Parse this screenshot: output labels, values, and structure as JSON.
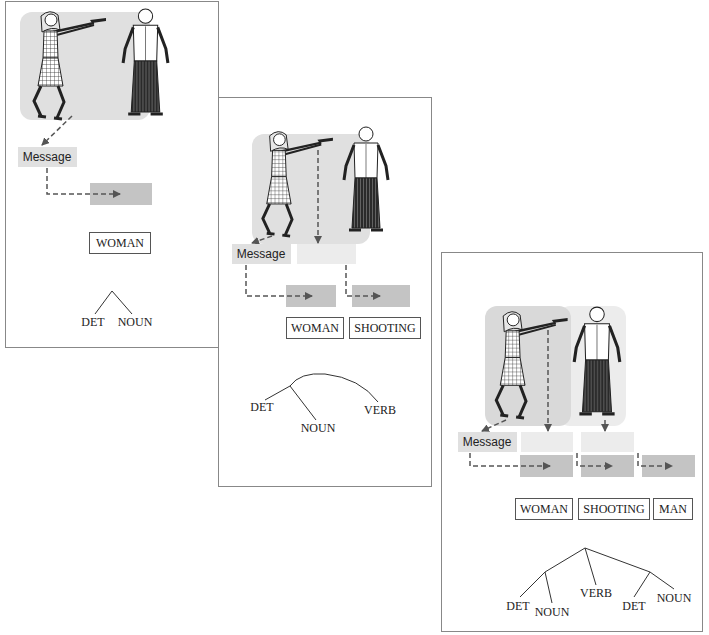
{
  "diagram": {
    "nodes": [
      {
        "text": [
          "Message"
        ]
      },
      {
        "text": [
          "WOMAN"
        ]
      },
      {
        "text": [
          "Message"
        ]
      },
      {
        "text": [
          "WOMAN"
        ]
      },
      {
        "text": [
          "SHOOTING"
        ]
      },
      {
        "text": [
          "Message"
        ]
      },
      {
        "text": [
          "WOMAN"
        ]
      },
      {
        "text": [
          "SHOOTING"
        ]
      },
      {
        "text": [
          "MAN"
        ]
      }
    ],
    "labels": [
      "DET",
      "NOUN",
      "DET",
      "NOUN",
      "VERB",
      "DET",
      "NOUN",
      "VERB",
      "DET",
      "NOUN"
    ]
  }
}
